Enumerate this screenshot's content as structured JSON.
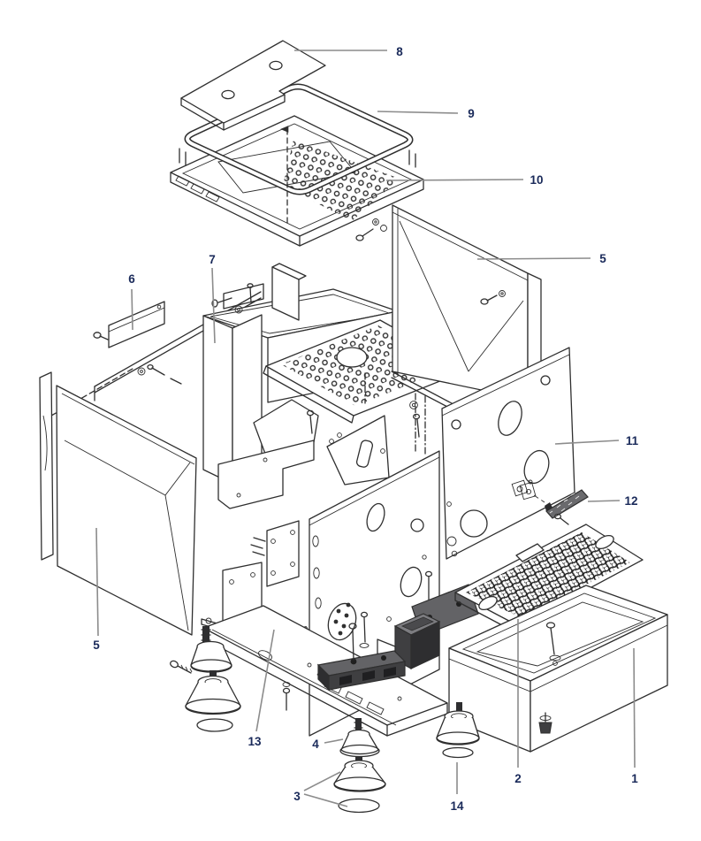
{
  "diagram": {
    "kind": "exploded-parts-diagram",
    "parts": [
      {
        "label": "1",
        "name": "drip-tray-body"
      },
      {
        "label": "2",
        "name": "drip-tray-grate"
      },
      {
        "label": "3",
        "name": "damper-foot-assembly"
      },
      {
        "label": "4",
        "name": "damper-foot-cone"
      },
      {
        "label": "5",
        "name": "side-panel"
      },
      {
        "label": "6",
        "name": "mounting-plate"
      },
      {
        "label": "7",
        "name": "inner-duct-column"
      },
      {
        "label": "8",
        "name": "top-lid"
      },
      {
        "label": "9",
        "name": "top-rail-frame"
      },
      {
        "label": "10",
        "name": "perforated-top-frame"
      },
      {
        "label": "11",
        "name": "rear-side-panel"
      },
      {
        "label": "12",
        "name": "vent-grip"
      },
      {
        "label": "13",
        "name": "base-frame"
      },
      {
        "label": "14",
        "name": "o-ring"
      }
    ]
  },
  "colors": {
    "background": "#ffffff",
    "line": "#2f2f2f",
    "leader_line": "#8c8c8c",
    "label_text": "#1a2a5a",
    "dark_component_side": "#3f3f41",
    "dark_component_top": "#636366"
  }
}
